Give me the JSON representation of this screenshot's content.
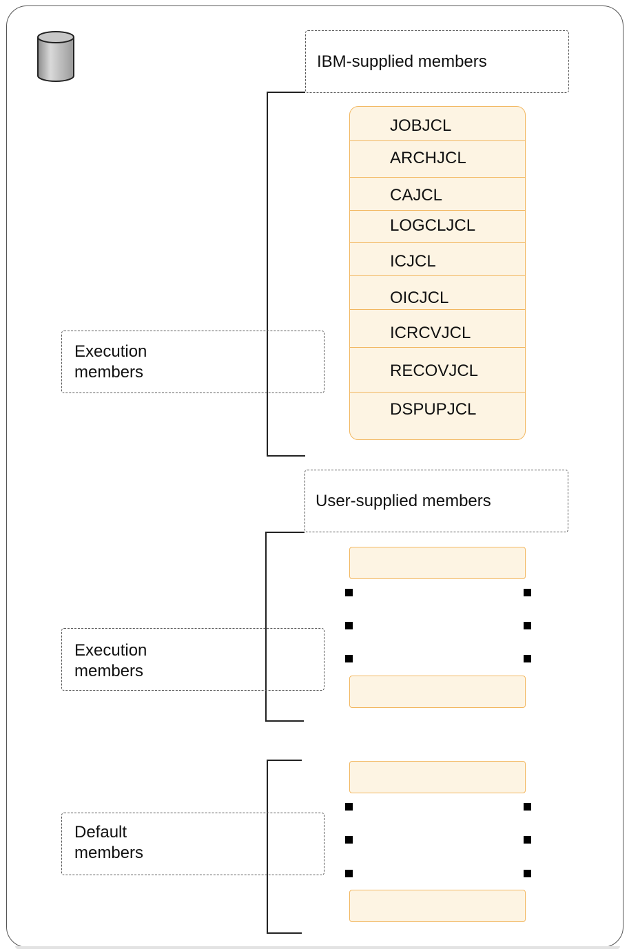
{
  "ibm_label": "IBM-supplied members",
  "user_label": "User-supplied members",
  "execution_label_1": "Execution\nmembers",
  "execution_label_2": "Execution\nmembers",
  "default_label": "Default\nmembers",
  "ibm_members": [
    "JOBJCL",
    "ARCHJCL",
    "CAJCL",
    "LOGCLJCL",
    "ICJCL",
    "OICJCL",
    "ICRCVJCL",
    "RECOVJCL",
    "DSPUPJCL"
  ],
  "colors": {
    "member_fill": "#fdf4e3",
    "member_border": "#f2b760",
    "line": "#222222"
  },
  "icons": {
    "dataset": "database-cylinder-icon"
  }
}
